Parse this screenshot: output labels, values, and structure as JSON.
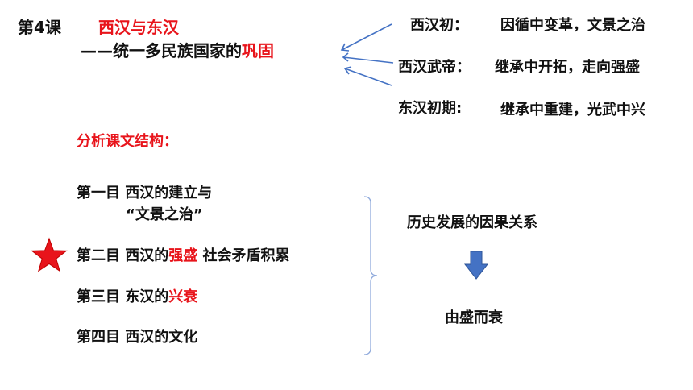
{
  "title": {
    "lesson": "第4课",
    "name": "西汉与东汉",
    "subtitle_prefix": "——统一多民族国家的",
    "subtitle_highlight": "巩固"
  },
  "stages": [
    {
      "period": "西汉初：",
      "summary": "因循中变革，文景之治"
    },
    {
      "period": "西汉武帝：",
      "summary": "继承中开拓，走向强盛"
    },
    {
      "period": "东汉初期:",
      "summary": "继承中重建，光武中兴"
    }
  ],
  "analysis_heading": "分析课文结构：",
  "sections": {
    "s1": {
      "prefix": "第一目  西汉的建立与",
      "line2": "“文景之治”"
    },
    "s2": {
      "prefix": "第二目  西汉的",
      "highlight": "强盛",
      "suffix": " 社会矛盾积累"
    },
    "s3": {
      "prefix": "第三目  东汉的",
      "highlight": "兴衰"
    },
    "s4": {
      "prefix": "第四目  西汉的文化"
    }
  },
  "summary": {
    "relation": "历史发展的因果关系",
    "trend": "由盛而衰"
  },
  "colors": {
    "highlight": "#e8141b",
    "arrow_line": "#4472c4",
    "down_arrow": "#4472c4",
    "star": "#e8141b",
    "bracket": "#8ea9db"
  },
  "icons": [
    "star-icon",
    "down-arrow-icon"
  ]
}
